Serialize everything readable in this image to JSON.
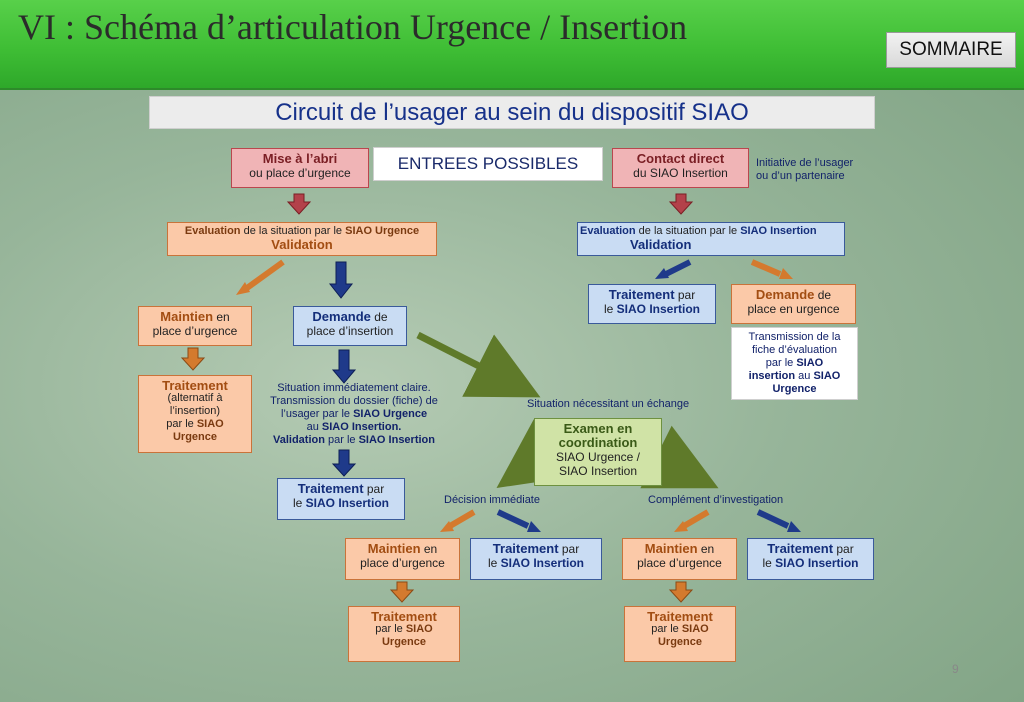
{
  "header": {
    "title": "VI : Schéma d’articulation Urgence / Insertion",
    "sommaire_label": "SOMMAIRE"
  },
  "subtitle": "Circuit de l’usager au sein du dispositif SIAO",
  "entrees": "ENTREES POSSIBLES",
  "mise_abri": {
    "title": "Mise à l’abri",
    "sub": "ou place d’urgence"
  },
  "contact": {
    "title": "Contact direct",
    "sub": "du SIAO Insertion"
  },
  "initiative": {
    "l1": "Initiative de l’usager",
    "l2": "ou d’un partenaire"
  },
  "eval_urg": {
    "p1": "Evaluation",
    "p2": " de la situation par le ",
    "p3": "SIAO Urgence",
    "p4": "Validation"
  },
  "eval_ins": {
    "p1": "Evaluation",
    "p2": " de la situation par le ",
    "p3": "SIAO Insertion",
    "p4": "Validation"
  },
  "maintien": {
    "b": "Maintien",
    "r1": " en",
    "r2": "place d’urgence"
  },
  "demande_ins": {
    "b": "Demande",
    "r1": " de",
    "r2": "place d’insertion"
  },
  "traitement_ins": {
    "b": "Traitement",
    "r1": " par",
    "r2": "le ",
    "r3": "SIAO Insertion"
  },
  "demande_urg": {
    "b": "Demande",
    "r1": " de",
    "r2": "place en urgence"
  },
  "transmission_box": {
    "l1": "Transmission de la",
    "l2": "fiche d’évaluation",
    "l3a": "par le ",
    "l3b": "SIAO",
    "l4a": "insertion",
    "l4b": " au ",
    "l4c": "SIAO",
    "l5": "Urgence"
  },
  "traitement_alt": {
    "b": "Traitement",
    "l1": "(alternatif à",
    "l2": "l’insertion)",
    "l3a": "par le ",
    "l3b": "SIAO",
    "l4": "Urgence"
  },
  "situation_claire": {
    "l1": "Situation immédiatement claire.",
    "l2": "Transmission du  dossier (fiche) de",
    "l3a": "l’usager par le ",
    "l3b": "SIAO Urgence",
    "l4a": "au ",
    "l4b": "SIAO Insertion.",
    "l5a": "Validation",
    "l5b": " par le ",
    "l5c": "SIAO Insertion"
  },
  "situation_echange": "Situation nécessitant un échange",
  "examen": {
    "b1": "Examen en",
    "b2": "coordination",
    "l1": "SIAO Urgence /",
    "l2": "SIAO Insertion"
  },
  "decision": "Décision  immédiate",
  "complement": "Complément d’investigation",
  "traitement_urg": {
    "b": "Traitement",
    "l1": "par le ",
    "l1b": "SIAO",
    "l2": "Urgence"
  },
  "page_number": "9"
}
